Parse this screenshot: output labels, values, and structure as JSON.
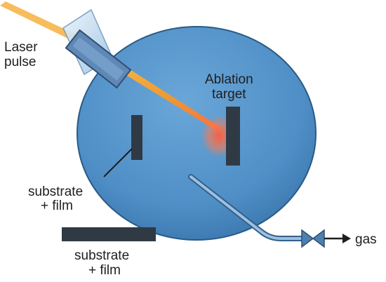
{
  "labels": {
    "laser_line1": "Laser",
    "laser_line2": "pulse",
    "target_line1": "Ablation",
    "target_line2": "target",
    "substrate_inner_line1": "substrate",
    "substrate_inner_line2": "+ film",
    "substrate_outer_line1": "substrate",
    "substrate_outer_line2": "+ film",
    "gas": "gas"
  },
  "colors": {
    "chamber_fill": "#4f8fc6",
    "chamber_outline": "#2a5a86",
    "target_block": "#2f3a45",
    "laser_beam": "#f59a2a",
    "laser_hotspot": "#ff5a3c",
    "lens": "#5f88b6",
    "gas_line": "#7ea8d2",
    "arrow": "#1e1e1e"
  }
}
